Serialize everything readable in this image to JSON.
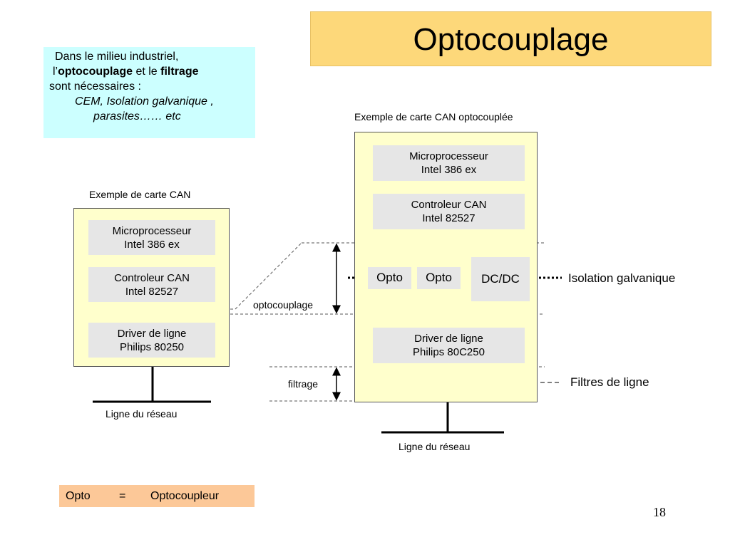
{
  "title": "Optocouplage",
  "intro": {
    "line1": "Dans le milieu industriel,",
    "line2_prefix": "l’",
    "line2_bold1": "optocouplage",
    "line2_mid": " et le ",
    "line2_bold2": "filtrage",
    "line3": "sont nécessaires :",
    "line4": "CEM, Isolation galvanique ,",
    "line5": "parasites…… etc"
  },
  "left_board": {
    "caption": "Exemple de carte CAN",
    "chips": [
      {
        "line1": "Microprocesseur",
        "line2": "Intel 386 ex"
      },
      {
        "line1": "Controleur CAN",
        "line2": "Intel 82527"
      },
      {
        "line1": "Driver de ligne",
        "line2": "Philips 80250"
      }
    ],
    "network_label": "Ligne du réseau"
  },
  "right_board": {
    "caption": "Exemple de carte CAN optocouplée",
    "chips": [
      {
        "line1": "Microprocesseur",
        "line2": "Intel 386 ex"
      },
      {
        "line1": "Controleur CAN",
        "line2": "Intel 82527"
      },
      {
        "line1": "Driver de ligne",
        "line2": "Philips 80C250"
      }
    ],
    "opto1": "Opto",
    "opto2": "Opto",
    "dcdc": "DC/DC",
    "network_label": "Ligne du réseau"
  },
  "annotations": {
    "optocouplage": "optocouplage",
    "filtrage": "filtrage",
    "isolation": "Isolation galvanique",
    "filtres": "Filtres de ligne"
  },
  "legend": {
    "term": "Opto",
    "equals": "=",
    "meaning": "Optocoupleur"
  },
  "page_number": "18"
}
